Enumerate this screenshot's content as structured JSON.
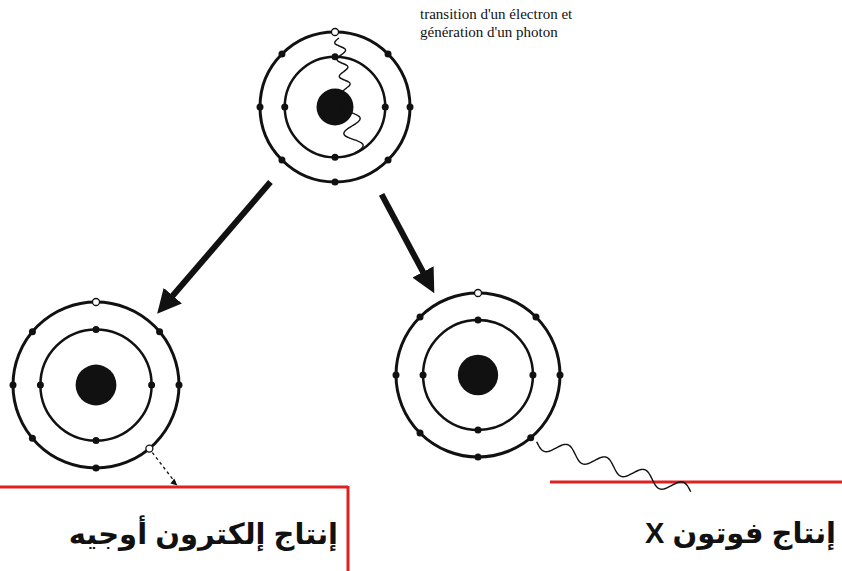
{
  "diagram": {
    "nodes": [
      {
        "text": [
          "transition d'un électron et génération d'un photon"
        ]
      },
      {
        "text": [
          "إنتاج إلكترون أوجيه"
        ]
      },
      {
        "text": [
          "إنتاج فوتون X"
        ]
      }
    ],
    "edges": [
      {
        "from": 0,
        "to": 1,
        "arrow": "to"
      },
      {
        "from": 0,
        "to": 2,
        "arrow": "to"
      }
    ]
  }
}
